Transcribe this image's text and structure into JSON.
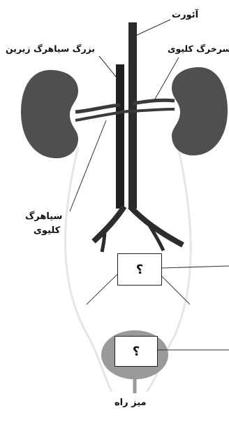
{
  "labels": {
    "aorta": "آئورت",
    "inferior_vena_cava": "بزرگ سیاهرگ زیرین",
    "renal_artery": "سرخرگ کلیوی",
    "renal_vein_line1": "سیاهرگ",
    "renal_vein_line2": "کلیوی",
    "urethra": "میز راه"
  },
  "unknown_boxes": {
    "upper": "؟",
    "lower": "؟"
  },
  "colors": {
    "kidney": "#4f4f4f",
    "vessel": "#2c2c2c",
    "bladder": "#9a9a9a",
    "ureter": "#e4e4e4",
    "leader": "#333333"
  }
}
